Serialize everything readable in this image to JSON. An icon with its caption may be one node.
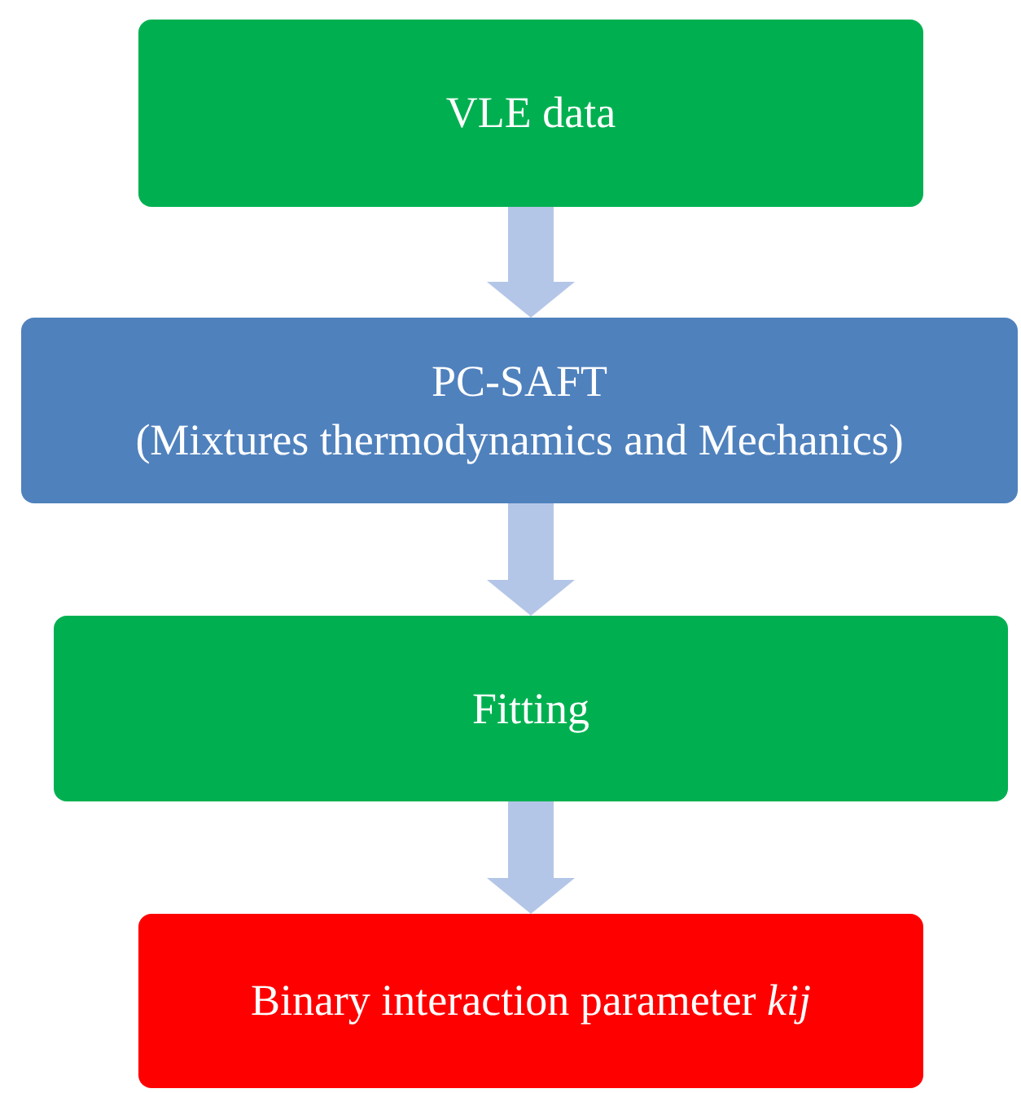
{
  "diagram": {
    "nodes": [
      {
        "text": [
          "VLE data"
        ]
      },
      {
        "text": [
          "PC-SAFT",
          "(Mixtures thermodynamics and Mechanics)"
        ]
      },
      {
        "text": [
          "Fitting"
        ]
      },
      {
        "text": [
          "Binary interaction parameter *kij*"
        ]
      }
    ],
    "edges": [
      {
        "from": 0,
        "to": 1,
        "arrow": "to"
      },
      {
        "from": 1,
        "to": 2,
        "arrow": "to"
      },
      {
        "from": 2,
        "to": 3,
        "arrow": "to"
      }
    ]
  }
}
